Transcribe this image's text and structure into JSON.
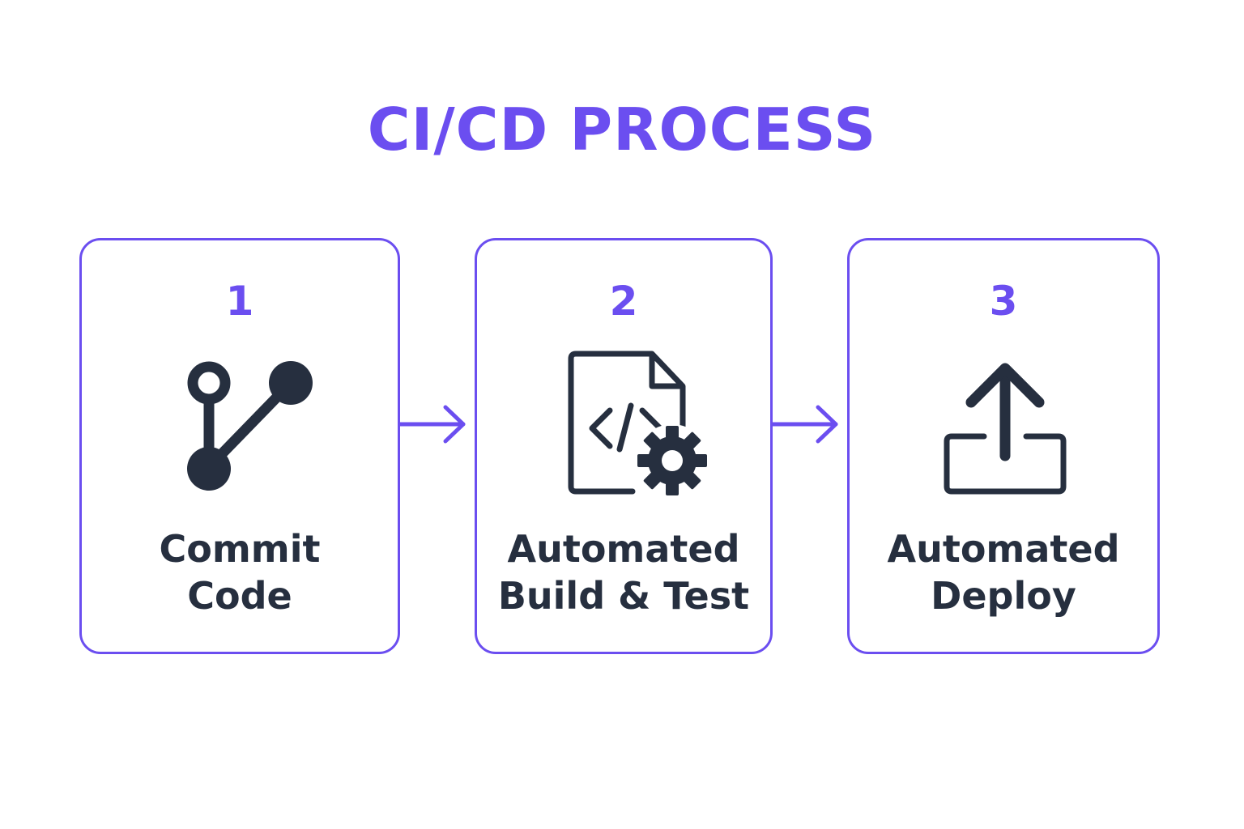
{
  "title": "CI/CD PROCESS",
  "colors": {
    "accent": "#6b4ef0",
    "icon": "#262f3f",
    "text": "#262f3f",
    "background": "#ffffff"
  },
  "steps": [
    {
      "number": "1",
      "label_lines": [
        "Commit",
        "Code"
      ],
      "icon": "git-branch-icon"
    },
    {
      "number": "2",
      "label_lines": [
        "Automated",
        "Build & Test"
      ],
      "icon": "code-file-gear-icon"
    },
    {
      "number": "3",
      "label_lines": [
        "Automated",
        "Deploy"
      ],
      "icon": "upload-icon"
    }
  ]
}
